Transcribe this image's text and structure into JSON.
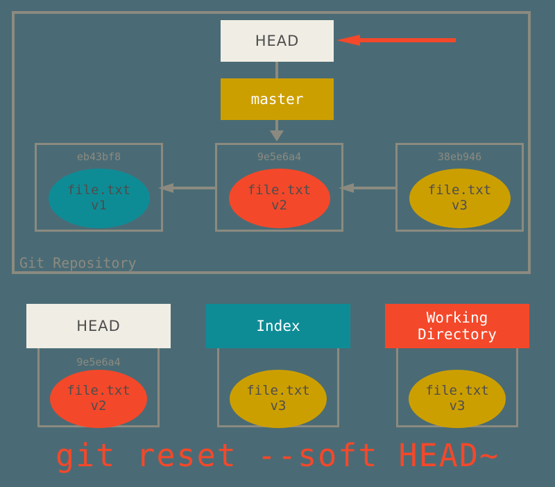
{
  "diagram": {
    "title_caption": "git reset --soft HEAD~",
    "repository": {
      "label": "Git Repository",
      "head_pointer": {
        "label": "HEAD",
        "highlight_arrow": "red-left-arrow"
      },
      "branch": {
        "label": "master"
      },
      "commits": [
        {
          "hash": "eb43bf8",
          "file_name": "file.txt",
          "file_version": "v1",
          "color": "#0e8c96"
        },
        {
          "hash": "9e5e6a4",
          "file_name": "file.txt",
          "file_version": "v2",
          "color": "#f4482a"
        },
        {
          "hash": "38eb946",
          "file_name": "file.txt",
          "file_version": "v3",
          "color": "#cc9f00"
        }
      ]
    },
    "areas": [
      {
        "name": "HEAD",
        "header_lines": [
          "HEAD"
        ],
        "hash": "9e5e6a4",
        "file_name": "file.txt",
        "file_version": "v2",
        "header_color": "#f0eee4",
        "blob_color": "#f4482a"
      },
      {
        "name": "Index",
        "header_lines": [
          "Index"
        ],
        "hash": "",
        "file_name": "file.txt",
        "file_version": "v3",
        "header_color": "#0e8c96",
        "blob_color": "#cc9f00"
      },
      {
        "name": "Working Directory",
        "header_lines": [
          "Working",
          "Directory"
        ],
        "hash": "",
        "file_name": "file.txt",
        "file_version": "v3",
        "header_color": "#f4482a",
        "blob_color": "#cc9f00"
      }
    ],
    "colors": {
      "background": "#4a6b75",
      "border_gray": "#8c8a80",
      "accent_red": "#f4482a",
      "accent_gold": "#cc9f00",
      "accent_teal": "#0e8c96",
      "cream": "#f0eee4",
      "text_dark": "#4d4d4d"
    }
  }
}
